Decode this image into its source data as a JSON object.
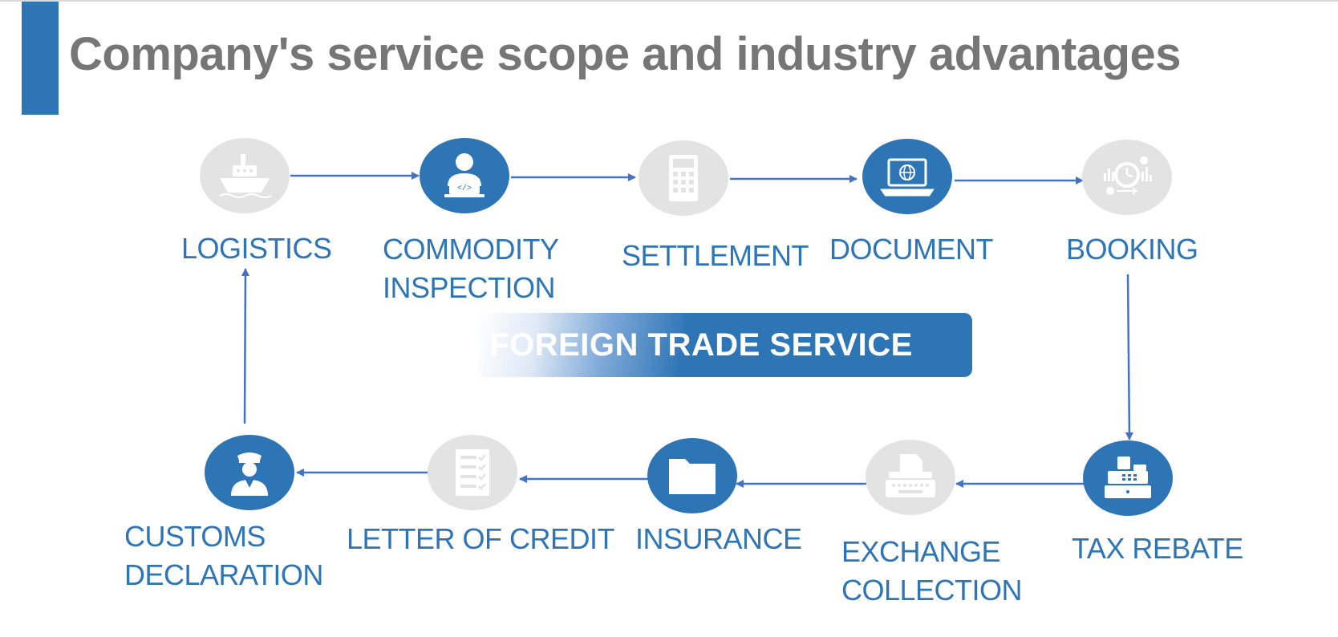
{
  "title": "Company's service scope and industry advantages",
  "center": "FOREIGN TRADE SERVICE",
  "colors": {
    "accent": "#2e75b6",
    "node_grey": "#e3e3e3",
    "title_grey": "#767676"
  },
  "nodes": [
    {
      "label": "LOGISTICS",
      "icon": "ship-icon",
      "style": "grey"
    },
    {
      "label": "COMMODITY\nINSPECTION",
      "icon": "developer-laptop-icon",
      "style": "blue"
    },
    {
      "label": "SETTLEMENT",
      "icon": "calculator-icon",
      "style": "grey"
    },
    {
      "label": "DOCUMENT",
      "icon": "laptop-globe-icon",
      "style": "blue"
    },
    {
      "label": "BOOKING",
      "icon": "finance-clock-icon",
      "style": "grey"
    },
    {
      "label": "TAX REBATE",
      "icon": "cash-register-icon",
      "style": "blue"
    },
    {
      "label": "EXCHANGE\nCOLLECTION",
      "icon": "typewriter-icon",
      "style": "grey"
    },
    {
      "label": "INSURANCE",
      "icon": "folder-icon",
      "style": "blue"
    },
    {
      "label": "LETTER OF CREDIT",
      "icon": "checklist-icon",
      "style": "grey"
    },
    {
      "label": "CUSTOMS\nDECLARATION",
      "icon": "customs-officer-icon",
      "style": "blue"
    }
  ]
}
